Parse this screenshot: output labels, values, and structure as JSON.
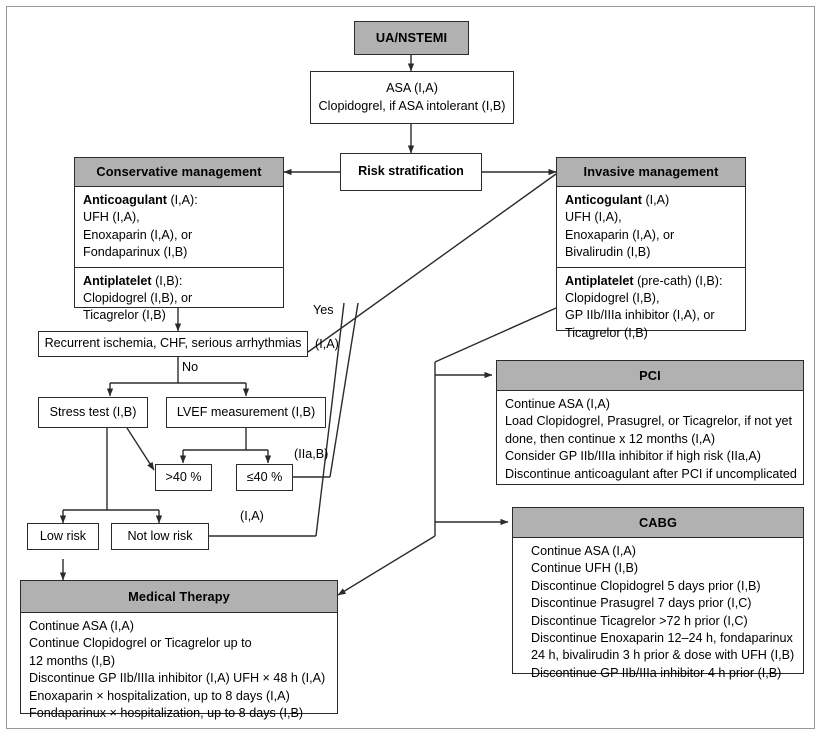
{
  "figure": {
    "title": "UA/NSTEMI management algorithm",
    "header_fill": "#b1b1b1",
    "line_color": "#2b2b2b"
  },
  "nodes": {
    "uanstemi": {
      "label": "UA/NSTEMI"
    },
    "initial_rx": {
      "lines": [
        "ASA (I,A)",
        "Clopidogrel, if ASA intolerant (I,B)"
      ]
    },
    "risk_strat": {
      "label": "Risk stratification"
    },
    "conservative": {
      "header": "Conservative management",
      "sections": [
        {
          "heading": "Anticoagulant",
          "heading_suffix": " (I,A):",
          "lines": [
            "UFH (I,A),",
            "Enoxaparin (I,A), or",
            "Fondaparinux (I,B)"
          ]
        },
        {
          "heading": "Antiplatelet",
          "heading_suffix": " (I,B):",
          "lines": [
            "Clopidogrel (I,B), or",
            "Ticagrelor (I,B)"
          ]
        }
      ]
    },
    "invasive": {
      "header": "Invasive management",
      "sections": [
        {
          "heading": "Anticogulant",
          "heading_suffix": " (I,A)",
          "lines": [
            "UFH (I,A),",
            "Enoxaparin (I,A), or",
            "Bivalirudin (I,B)"
          ]
        },
        {
          "heading": "Antiplatelet",
          "heading_suffix": " (pre-cath) (I,B):",
          "lines": [
            "Clopidogrel (I,B),",
            "GP IIb/IIIa inhibitor (I,A), or",
            "Ticagrelor (I,B)"
          ]
        }
      ]
    },
    "recurrent": {
      "label": "Recurrent ischemia, CHF, serious arrhythmias"
    },
    "stress_test": {
      "label": "Stress test (I,B)"
    },
    "lvef": {
      "label": "LVEF measurement (I,B)"
    },
    "ef_gt40": {
      "label": ">40 %"
    },
    "ef_le40": {
      "label": "≤40 %"
    },
    "low_risk": {
      "label": "Low risk"
    },
    "not_low_risk": {
      "label": "Not low risk"
    },
    "medical_therapy": {
      "header": "Medical Therapy",
      "lines": [
        "Continue ASA (I,A)",
        "Continue Clopidogrel or Ticagrelor up to",
        "12 months (I,B)",
        "Discontinue GP IIb/IIIa inhibitor (I,A) UFH × 48 h (I,A)",
        "Enoxaparin × hospitalization, up to 8 days (I,A)",
        "Fondaparinux × hospitalization, up to 8 days (I,B)"
      ]
    },
    "pci": {
      "header": "PCI",
      "lines": [
        "Continue ASA (I,A)",
        "Load Clopidogrel, Prasugrel, or Ticagrelor, if not yet",
        "done, then continue x 12 months (I,A)",
        "Consider GP IIb/IIIa inhibitor if high risk (IIa,A)",
        "Discontinue anticoagulant after PCI if uncomplicated"
      ]
    },
    "cabg": {
      "header": "CABG",
      "lines": [
        "Continue ASA (I,A)",
        "Continue UFH (I,B)",
        "Discontinue Clopidogrel 5 days prior (I,B)",
        "Discontinue Prasugrel 7 days prior (I,C)",
        "Discontinue Ticagrelor >72 h prior (I,C)",
        "Discontinue Enoxaparin 12–24 h, fondaparinux",
        "24 h, bivalirudin 3 h prior & dose with UFH (I,B)",
        "Discontinue GP IIb/IIIa inhibitor 4 h prior (I,B)"
      ]
    }
  },
  "edge_labels": {
    "yes": "Yes",
    "yes_grade": "(I,A)",
    "no": "No",
    "iia_b": "(IIa,B)",
    "i_a": "(I,A)"
  }
}
